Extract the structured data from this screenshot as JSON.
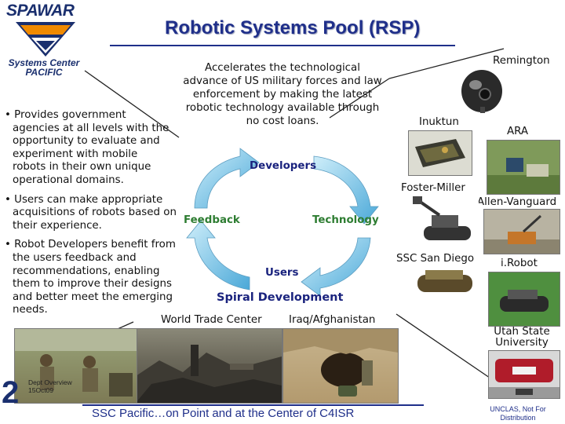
{
  "header": {
    "logo_top": "SPAWAR",
    "logo_line1": "Systems Center",
    "logo_line2": "PACIFIC",
    "title": "Robotic Systems Pool (RSP)"
  },
  "bullets": [
    "• Provides government agencies at all levels with the opportunity to evaluate and experiment with mobile robots in their own unique operational domains.",
    "• Users can make appropriate acquisitions of robots based on their experience.",
    "• Robot Developers benefit from the users feedback and recommendations, enabling them to improve their designs and better meet the emerging needs."
  ],
  "center_text": "Accelerates the technological advance of US military forces and law enforcement by making the latest robotic technology available through no cost loans.",
  "cycle": {
    "developers": "Developers",
    "feedback": "Feedback",
    "technology": "Technology",
    "users": "Users",
    "title": "Spiral Development"
  },
  "photo_labels": {
    "world_trade_center": "World Trade Center",
    "iraq": "Iraq/Afghanistan"
  },
  "robot_labels": {
    "remington": "Remington",
    "inuktun": "Inuktun",
    "ara": "ARA",
    "foster_miller": "Foster-Miller",
    "allen_vanguard": "Allen-Vanguard",
    "ssc_san_diego": "SSC San Diego",
    "irobot": "i.Robot",
    "utah_line1": "Utah State",
    "utah_line2": "University"
  },
  "footer": {
    "page_number": "2",
    "dept_line1": "Dept Overview",
    "dept_line2": "15Oct09",
    "tagline": "SSC Pacific…on Point and at the Center of C4ISR",
    "class_line1": "UNCLAS, Not For",
    "class_line2": "Distribution"
  },
  "colors": {
    "title_navy": "#1f2f8a",
    "arrow_blue": "#7fc4e6",
    "feedback_green": "#2e7d32",
    "cycle_navy": "#1a237e"
  }
}
